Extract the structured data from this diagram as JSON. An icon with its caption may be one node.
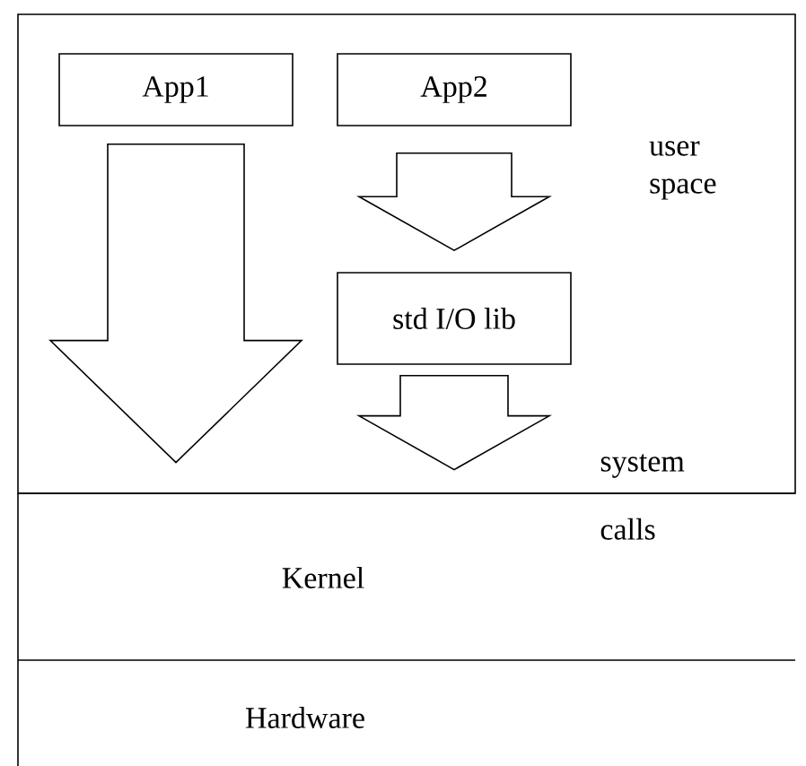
{
  "diagram": {
    "nodes": [
      {
        "text": [
          "user space"
        ]
      },
      {
        "text": [
          "App1"
        ],
        "in": 0
      },
      {
        "text": [
          "App2"
        ],
        "in": 0
      },
      {
        "text": [
          "std I/O lib"
        ],
        "in": 0
      },
      {
        "text": [
          "Kernel"
        ]
      },
      {
        "text": [
          "Hardware"
        ]
      }
    ],
    "edges": [
      {
        "from": 1,
        "to": 4,
        "arrow": "to"
      },
      {
        "from": 2,
        "to": 3,
        "arrow": "to"
      },
      {
        "from": 3,
        "to": 4,
        "arrow": "to"
      }
    ],
    "labels": [
      "system calls"
    ]
  }
}
